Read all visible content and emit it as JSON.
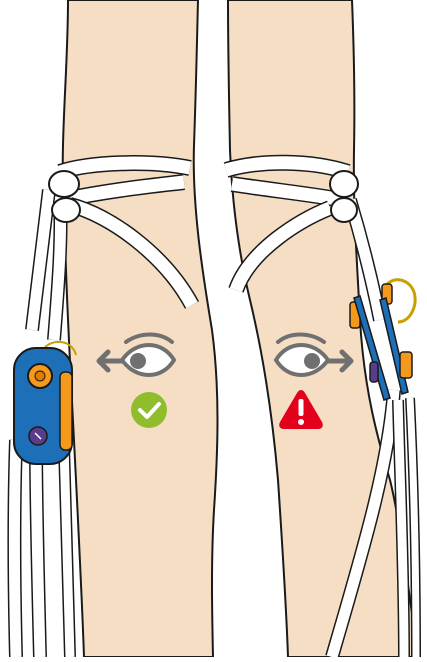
{
  "colors": {
    "skin": "#f5dec4",
    "outline": "#1a1a1a",
    "rope": "#ffffff",
    "device_blue": "#1d6fb8",
    "device_orange": "#f39a1c",
    "ok_green": "#8fbd2c",
    "warn_red": "#e2001a",
    "eye_gray": "#707070"
  },
  "left_panel": {
    "status": "correct",
    "status_icon": "check-circle-icon",
    "look_direction": "left"
  },
  "right_panel": {
    "status": "warning",
    "status_icon": "warning-triangle-icon",
    "look_direction": "right"
  }
}
